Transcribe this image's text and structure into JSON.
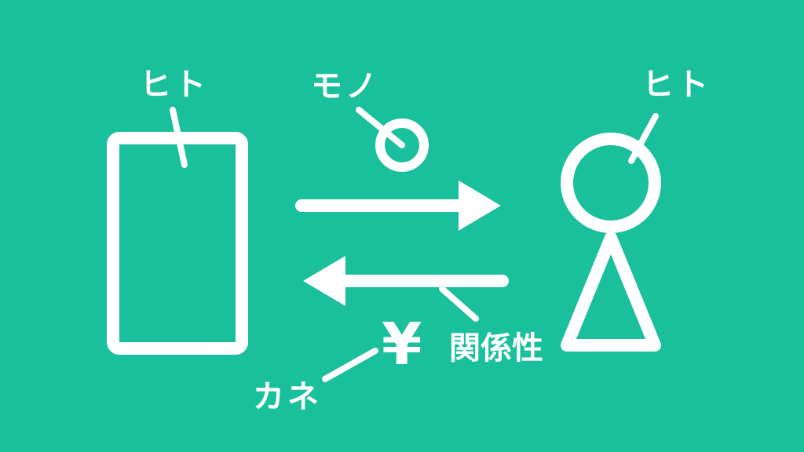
{
  "background_color": "#1abf9c",
  "stroke_color": "#ffffff",
  "labels": {
    "hito_left": "ヒト",
    "mono": "モノ",
    "hito_right": "ヒト",
    "yen": "¥",
    "kankeisei": "関係性",
    "kane": "カネ"
  }
}
